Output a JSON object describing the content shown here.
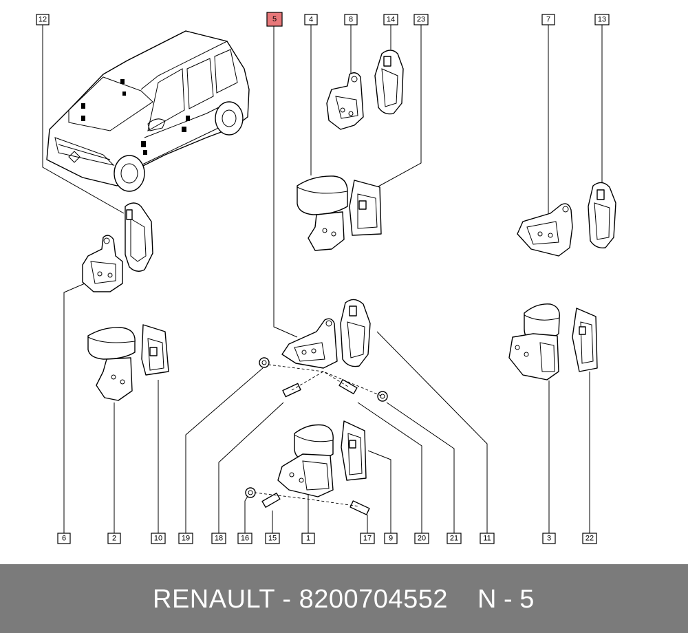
{
  "diagram": {
    "highlight_color": "#e8787a",
    "footer_bg": "#7b7b7b",
    "callouts": [
      {
        "label": "12",
        "highlight": false
      },
      {
        "label": "5",
        "highlight": true
      },
      {
        "label": "4",
        "highlight": false
      },
      {
        "label": "8",
        "highlight": false
      },
      {
        "label": "14",
        "highlight": false
      },
      {
        "label": "23",
        "highlight": false
      },
      {
        "label": "7",
        "highlight": false
      },
      {
        "label": "13",
        "highlight": false
      },
      {
        "label": "6",
        "highlight": false
      },
      {
        "label": "2",
        "highlight": false
      },
      {
        "label": "10",
        "highlight": false
      },
      {
        "label": "19",
        "highlight": false
      },
      {
        "label": "18",
        "highlight": false
      },
      {
        "label": "16",
        "highlight": false
      },
      {
        "label": "15",
        "highlight": false
      },
      {
        "label": "1",
        "highlight": false
      },
      {
        "label": "17",
        "highlight": false
      },
      {
        "label": "9",
        "highlight": false
      },
      {
        "label": "20",
        "highlight": false
      },
      {
        "label": "21",
        "highlight": false
      },
      {
        "label": "11",
        "highlight": false
      },
      {
        "label": "3",
        "highlight": false
      },
      {
        "label": "22",
        "highlight": false
      }
    ]
  },
  "footer": {
    "part_reference": "RENAULT - 8200704552",
    "page_label": "N - 5"
  }
}
